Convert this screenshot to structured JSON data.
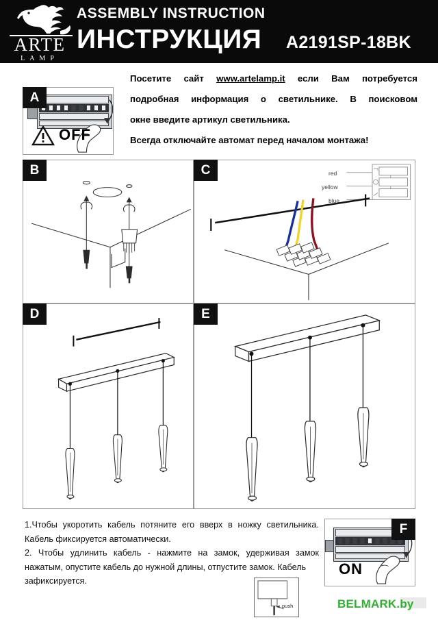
{
  "header": {
    "brand_top": "ARTE",
    "brand_bottom": "LAMP",
    "logo_icon": "griffin-winged-lion-icon",
    "assembly_title": "ASSEMBLY INSTRUCTION",
    "instruction_title": "ИНСТРУКЦИЯ",
    "model_code": "A2191SP-18BK",
    "background_color": "#0a0a0a",
    "text_color": "#ffffff"
  },
  "intro": {
    "line1_a": "Посетите",
    "line1_b": "сайт",
    "line1_link": "www.artelamp.it",
    "line1_c": "если",
    "line1_d": "Вам",
    "line1_e": "потребуется",
    "line2_a": "подробная",
    "line2_b": "информация",
    "line2_c": "о",
    "line2_d": "светильнике.",
    "line2_e": "В",
    "line2_f": "поисковом",
    "line3": "окне введите артикул светильника.",
    "line4": "Всегда отключайте автомат перед началом монтажа!"
  },
  "panels": {
    "a": {
      "tag": "A",
      "caption": "OFF",
      "icon": "warning-triangle-icon",
      "description": "circuit-breaker-panel"
    },
    "b": {
      "tag": "B",
      "description": "ceiling-drilling-anchors"
    },
    "c": {
      "tag": "C",
      "description": "wire-connection-ceiling",
      "wire_labels": [
        {
          "name": "red",
          "color": "#8b1420"
        },
        {
          "name": "yellow",
          "color": "#f2d32c"
        },
        {
          "name": "blue",
          "color": "#1a2fa0"
        }
      ]
    },
    "d": {
      "tag": "D",
      "description": "mounting-bar-and-pendants"
    },
    "e": {
      "tag": "E",
      "description": "finished-fixture-three-pendants"
    },
    "f": {
      "tag": "F",
      "caption": "ON",
      "description": "circuit-breaker-panel-on"
    }
  },
  "bottom": {
    "item1_line1_a": "1.Чтобы",
    "item1_line1_b": "укоротить",
    "item1_line1_c": "кабель",
    "item1_line1_d": "потяните",
    "item1_line1_e": "его",
    "item1_line1_f": "вверх",
    "item1_line1_g": "в",
    "item1_line1_h": "ножку",
    "item1_line1_i": "светильника.",
    "item1_line2": "Кабель фиксируется автоматически.",
    "item2_line1_a": "2.",
    "item2_line1_b": "Чтобы",
    "item2_line1_c": "удлинить",
    "item2_line1_d": "кабель",
    "item2_line1_e": "-",
    "item2_line1_f": "нажмите",
    "item2_line1_g": "на",
    "item2_line1_h": "замок,",
    "item2_line1_i": "удерживая",
    "item2_line1_j": "замок",
    "item2_line2": "нажатым, опустите кабель до нужной длины, отпустите замок. Кабель",
    "item2_line3": "зафиксируется."
  },
  "push_diagram": {
    "label": "push",
    "description": "cable-lock-push-detail"
  },
  "watermark": {
    "text": "BELMARK.by",
    "color": "#2fb12f"
  }
}
